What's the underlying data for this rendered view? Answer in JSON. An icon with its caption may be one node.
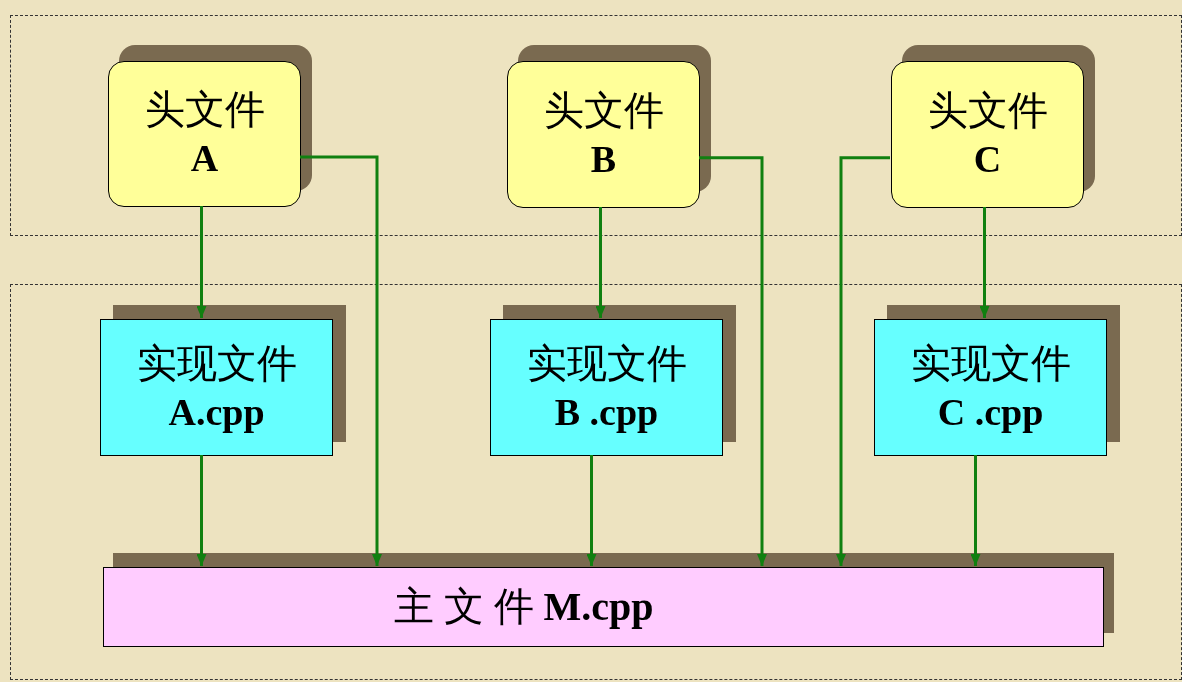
{
  "diagram": {
    "nodes": [
      {
        "text": [],
        "shape": "box"
      },
      {
        "text": [
          "头文件",
          "A"
        ],
        "in": 0
      },
      {
        "text": [
          "头文件",
          "B"
        ],
        "in": 0
      },
      {
        "text": [
          "头文件",
          "C"
        ],
        "in": 0
      },
      {
        "text": [],
        "shape": "box"
      },
      {
        "text": [
          "实现文件",
          "A.cpp"
        ],
        "in": 4
      },
      {
        "text": [
          "实现文件",
          "B .cpp"
        ],
        "in": 4
      },
      {
        "text": [
          "实现文件",
          "C .cpp"
        ],
        "in": 4
      },
      {
        "text": [
          "主 文 件 **M.cpp**"
        ],
        "in": 4
      }
    ],
    "edges": [
      {
        "from": 1,
        "to": 5,
        "arrow": "to"
      },
      {
        "from": 1,
        "to": 8,
        "arrow": "to"
      },
      {
        "from": 2,
        "to": 6,
        "arrow": "to"
      },
      {
        "from": 2,
        "to": 8,
        "arrow": "to"
      },
      {
        "from": 3,
        "to": 8,
        "arrow": "to"
      },
      {
        "from": 3,
        "to": 7,
        "arrow": "to"
      },
      {
        "from": 5,
        "to": 8,
        "arrow": "to"
      },
      {
        "from": 6,
        "to": 8,
        "arrow": "to"
      },
      {
        "from": 7,
        "to": 8,
        "arrow": "to"
      }
    ]
  }
}
